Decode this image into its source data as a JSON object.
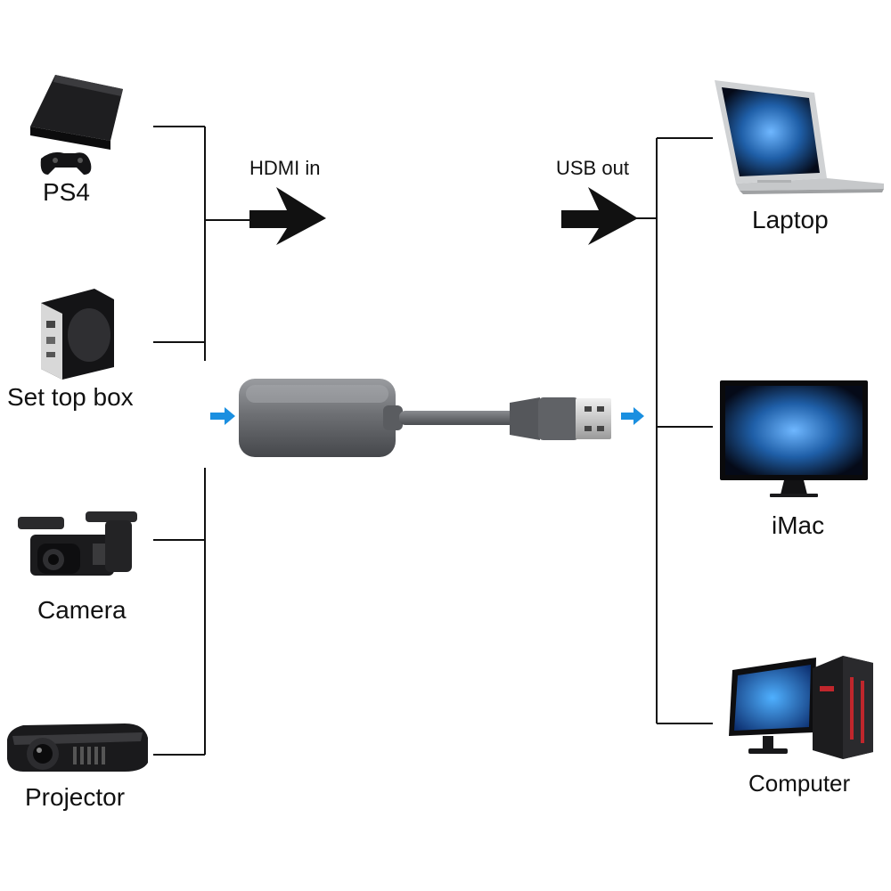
{
  "inputs": [
    {
      "label": "PS4",
      "icon": "ps4-console-icon"
    },
    {
      "label": "Set top box",
      "icon": "set-top-box-icon"
    },
    {
      "label": "Camera",
      "icon": "video-camera-icon"
    },
    {
      "label": "Projector",
      "icon": "projector-icon"
    }
  ],
  "outputs": [
    {
      "label": "Laptop",
      "icon": "laptop-icon"
    },
    {
      "label": "iMac",
      "icon": "imac-icon"
    },
    {
      "label": "Computer",
      "icon": "desktop-computer-icon"
    }
  ],
  "flow": {
    "hdmi_label": "HDMI in",
    "usb_label": "USB out"
  },
  "device": {
    "icon": "hdmi-usb-capture-adapter-icon"
  },
  "colors": {
    "line": "#111111",
    "arrow": "#111111",
    "signal_arrow": "#1a8fe0",
    "adapter_body": "#6e7074",
    "screen_glow": "#3a8fd0"
  }
}
